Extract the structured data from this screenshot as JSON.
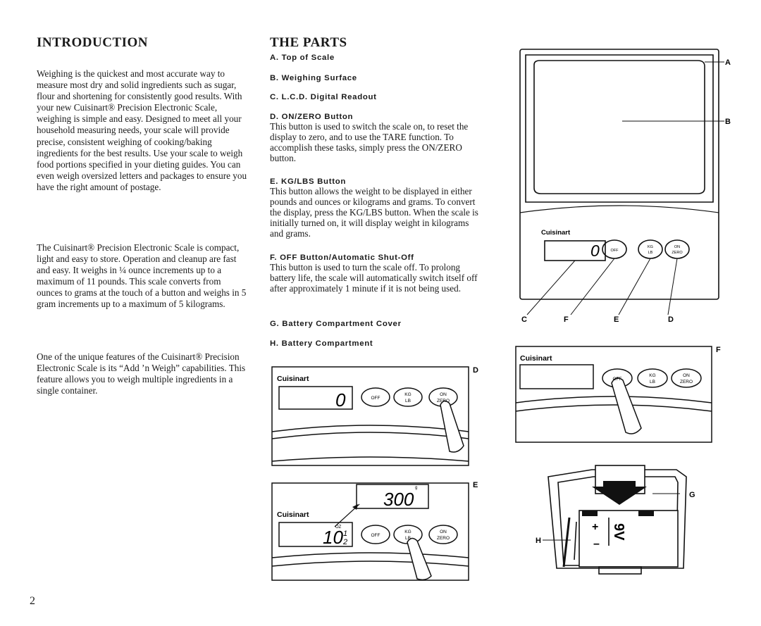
{
  "page_number": "2",
  "introduction": {
    "title": "INTRODUCTION",
    "paragraphs": [
      "Weighing is the quickest and most accurate way to measure most dry and solid ingredients such as sugar, flour and shortening for consistently good results. With your new Cuisinart® Precision Electronic Scale, weighing is simple and easy. Designed to meet all your household measuring needs, your scale will provide precise, consistent weighing of cooking/baking ingredients for the best results. Use your scale to weigh food portions specified in your dieting guides. You can even weigh oversized letters and packages to ensure you have the right amount of postage.",
      "The Cuisinart® Precision Electronic Scale is compact, light and easy to store. Operation and cleanup are fast and easy. It weighs in ¼ ounce increments up to a maximum of 11 pounds. This scale converts from ounces to grams at the touch of a button and weighs in 5 gram increments up to a maximum of 5 kilograms.",
      "One of the unique features of the Cuisinart® Precision Electronic Scale is its “Add ’n Weigh” capabilities. This feature allows you to weigh multiple ingredients in a single container."
    ]
  },
  "parts": {
    "title": "THE PARTS",
    "items": [
      {
        "heading": "A.  Top of Scale",
        "description": ""
      },
      {
        "heading": "B.  Weighing Surface",
        "description": ""
      },
      {
        "heading": "C.  L.C.D. Digital Readout",
        "description": ""
      },
      {
        "heading": "D.  ON/ZERO Button",
        "description": "This button is used to switch the scale on, to reset the display to zero, and to use the TARE function. To accomplish these tasks, simply press the ON/ZERO button."
      },
      {
        "heading": "E.  KG/LBS Button",
        "description": "This button allows the weight to be displayed in either pounds and ounces or kilograms and grams. To convert the display, press the KG/LBS button. When the scale is initially turned on, it will display weight in kilograms and grams."
      },
      {
        "heading": "F.  OFF Button/Automatic Shut-Off",
        "description": "This button is used to turn the scale off. To prolong battery life, the scale will automatically switch itself off after approximately 1 minute if it is not being used."
      },
      {
        "heading": "G.  Battery Compartment Cover",
        "description": ""
      },
      {
        "heading": "H.  Battery Compartment",
        "description": ""
      }
    ]
  },
  "figures": {
    "brand": "Cuisinart",
    "buttons": {
      "off": "OFF",
      "kg": "KG",
      "lb": "LB",
      "on": "ON",
      "zero": "ZERO"
    },
    "callouts": {
      "a": "A",
      "b": "B",
      "c": "C",
      "d": "D",
      "e": "E",
      "f": "F",
      "g": "G",
      "h": "H"
    },
    "main_display": "0",
    "fig_d_display": "0",
    "fig_e_display_top": "300",
    "fig_e_display_top_unit": "g",
    "fig_e_display_bottom": "10",
    "fig_e_display_fraction_num": "1",
    "fig_e_display_fraction_den": "2",
    "fig_e_display_bottom_unit": "OZ",
    "battery_label": "9V",
    "battery_plus": "+",
    "battery_minus": "–"
  }
}
